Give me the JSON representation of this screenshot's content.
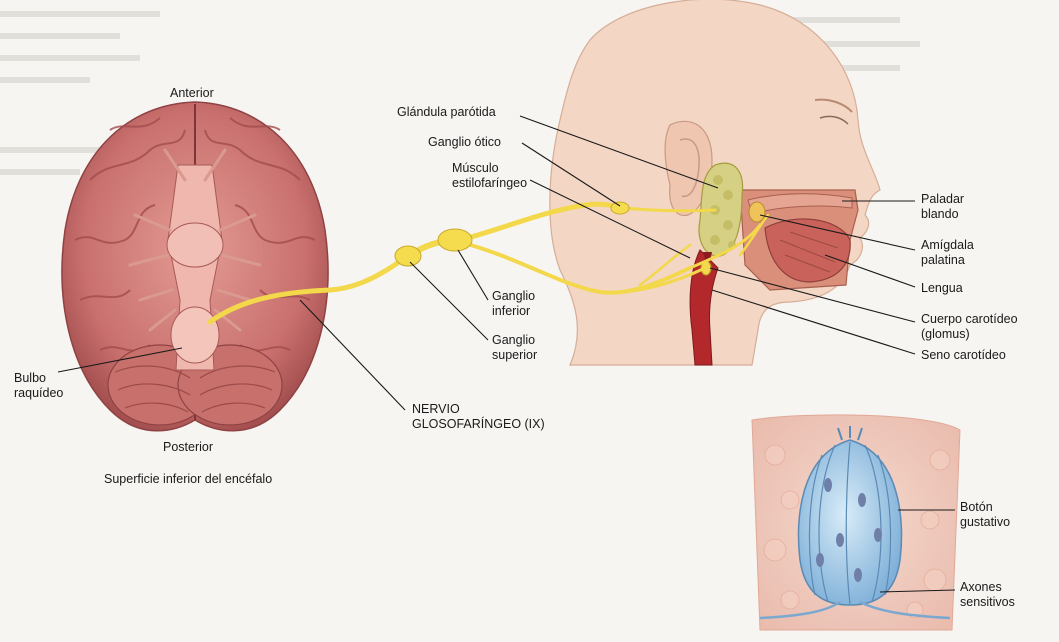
{
  "brain": {
    "anterior": "Anterior",
    "posterior": "Posterior",
    "caption": "Superficie inferior del encéfalo",
    "bulbo": [
      "Bulbo",
      "raquídeo"
    ]
  },
  "nerve": {
    "name": [
      "NERVIO",
      "GLOSOFARÍNGEO (IX)"
    ],
    "ganglio_inferior": [
      "Ganglio",
      "inferior"
    ],
    "ganglio_superior": [
      "Ganglio",
      "superior"
    ]
  },
  "head_labels": {
    "glandula": "Glándula parótida",
    "ganglio_otico": "Ganglio ótico",
    "musculo": [
      "Músculo",
      "estilofaríngeo"
    ],
    "paladar": [
      "Paladar",
      "blando"
    ],
    "amigdala": [
      "Amígdala",
      "palatina"
    ],
    "lengua": "Lengua",
    "cuerpo": [
      "Cuerpo carotídeo",
      "(glomus)"
    ],
    "seno": "Seno carotídeo"
  },
  "inset": {
    "boton": [
      "Botón",
      "gustativo"
    ],
    "axones": [
      "Axones",
      "sensitivos"
    ]
  },
  "colors": {
    "brain": "#c9706e",
    "brain_dark": "#a34f50",
    "nerve": "#f2d84a",
    "skin": "#f3d6c3",
    "artery": "#b3282b",
    "bud": "#a9cde8"
  }
}
